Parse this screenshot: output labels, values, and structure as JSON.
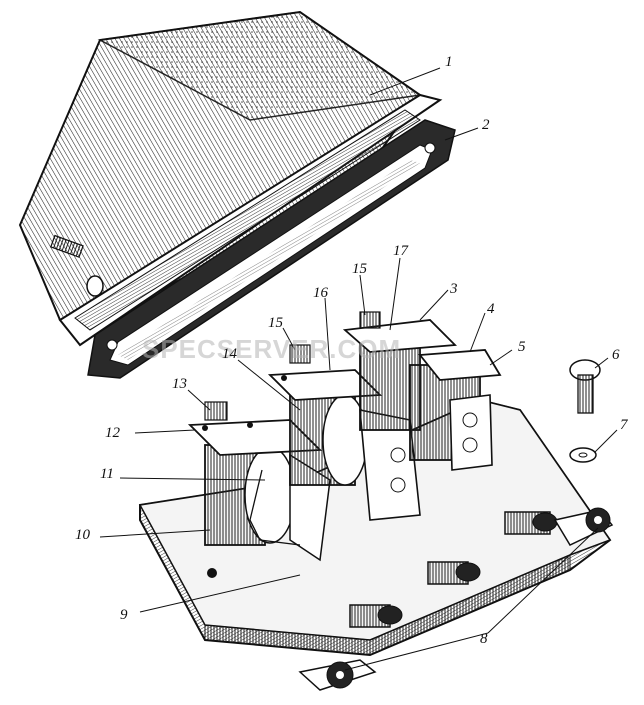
{
  "diagram": {
    "parts": [
      {
        "id": "p1",
        "label": "1"
      },
      {
        "id": "p2",
        "label": "2"
      },
      {
        "id": "p3",
        "label": "3"
      },
      {
        "id": "p4",
        "label": "4"
      },
      {
        "id": "p5",
        "label": "5"
      },
      {
        "id": "p6",
        "label": "6"
      },
      {
        "id": "p7",
        "label": "7"
      },
      {
        "id": "p8",
        "label": "8"
      },
      {
        "id": "p9",
        "label": "9"
      },
      {
        "id": "p10",
        "label": "10"
      },
      {
        "id": "p11",
        "label": "11"
      },
      {
        "id": "p12",
        "label": "12"
      },
      {
        "id": "p13",
        "label": "13"
      },
      {
        "id": "p14",
        "label": "14"
      },
      {
        "id": "p15a",
        "label": "15"
      },
      {
        "id": "p15b",
        "label": "15"
      },
      {
        "id": "p16",
        "label": "16"
      },
      {
        "id": "p17",
        "label": "17"
      }
    ]
  },
  "watermark": "SPECSERVER.COM",
  "colors": {
    "ink": "#1a1a1a",
    "paper": "#ffffff"
  }
}
